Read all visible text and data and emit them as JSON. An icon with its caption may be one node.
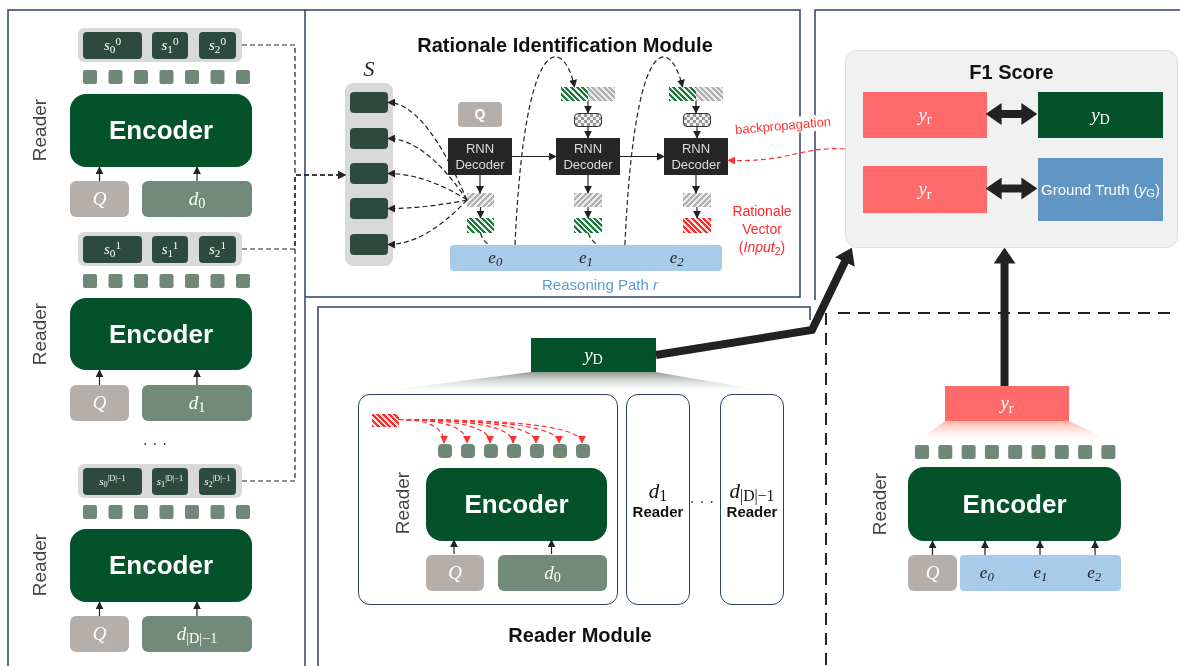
{
  "diagram": {
    "nodes": [
      {
        "text": [],
        "shape": "box"
      },
      {
        "text": [
          "*s*$_{0}$$^{0}$"
        ],
        "in": 0
      },
      {
        "text": [
          "*s*$_{1}$$^{0}$"
        ],
        "in": 0
      },
      {
        "text": [
          "*s*$_{2}$$^{0}$"
        ],
        "in": 0
      },
      {
        "text": [
          "Encoder"
        ],
        "beside": [
          "Reader"
        ]
      },
      {
        "text": [
          "Q"
        ]
      },
      {
        "text": [
          "*d*$_{0}$"
        ]
      },
      {
        "text": [],
        "shape": "box"
      },
      {
        "text": [
          "*s*$_{0}$$^{1}$"
        ],
        "in": 7
      },
      {
        "text": [
          "*s*$_{1}$$^{1}$"
        ],
        "in": 7
      },
      {
        "text": [
          "*s*$_{2}$$^{1}$"
        ],
        "in": 7
      },
      {
        "text": [
          "Encoder"
        ],
        "beside": [
          "Reader"
        ]
      },
      {
        "text": [
          "Q"
        ]
      },
      {
        "text": [
          "*d*$_{1}$"
        ]
      },
      {
        "text": [],
        "shape": "box"
      },
      {
        "text": [
          "*s*$_{0}$$^{|D|−1}$"
        ],
        "in": 14
      },
      {
        "text": [
          "*s*$_{1}$$^{|D|−1}$"
        ],
        "in": 14
      },
      {
        "text": [
          "*s*$_{2}$$^{|D|−1}$"
        ],
        "in": 14
      },
      {
        "text": [
          "Encoder"
        ],
        "beside": [
          "Reader"
        ]
      },
      {
        "text": [
          "Q"
        ]
      },
      {
        "text": [
          "*d*$_{|D|−1}$"
        ]
      },
      {
        "text": [
          "S"
        ]
      },
      {
        "text": [],
        "shape": "box",
        "in": 21
      },
      {
        "text": [],
        "shape": "box",
        "in": 21
      },
      {
        "text": [],
        "shape": "box",
        "in": 21
      },
      {
        "text": [],
        "shape": "box",
        "in": 21
      },
      {
        "text": [],
        "shape": "box",
        "in": 21
      },
      {
        "text": [
          "Q"
        ]
      },
      {
        "text": [
          "RNN Decoder"
        ]
      },
      {
        "text": [
          "RNN Decoder"
        ]
      },
      {
        "text": [
          "RNN Decoder"
        ]
      },
      {
        "text": [],
        "shape": "box"
      },
      {
        "text": [],
        "shape": "box"
      },
      {
        "text": [],
        "shape": "box"
      },
      {
        "text": [],
        "shape": "box"
      },
      {
        "text": [],
        "shape": "box"
      },
      {
        "text": [],
        "shape": "box"
      },
      {
        "text": [],
        "shape": "box"
      },
      {
        "text": [],
        "shape": "box"
      },
      {
        "text": [],
        "shape": "box"
      },
      {
        "text": [],
        "shape": "box"
      },
      {
        "text": [
          "*e*$_{0}$",
          "*e*$_{1}$",
          "*e*$_{2}$"
        ],
        "beside": [
          "Reasoning Path *r*"
        ]
      },
      {
        "text": [
          "F1 Score"
        ]
      },
      {
        "text": [
          "*y*$_{r}$"
        ],
        "in": 42
      },
      {
        "text": [
          "*y*$_{D}$"
        ],
        "in": 42
      },
      {
        "text": [
          "*y*$_{r}$"
        ],
        "in": 42
      },
      {
        "text": [
          "Ground Truth (*y*$_{G}$)"
        ],
        "in": 42
      },
      {
        "text": [
          "*y*$_{D}$"
        ]
      },
      {
        "text": [],
        "shape": "box"
      },
      {
        "text": [],
        "shape": "box",
        "in": 48
      },
      {
        "text": [],
        "shape": "box",
        "in": 48
      },
      {
        "text": [],
        "shape": "box",
        "in": 48
      },
      {
        "text": [],
        "shape": "box",
        "in": 48
      },
      {
        "text": [],
        "shape": "box",
        "in": 48
      },
      {
        "text": [],
        "shape": "box",
        "in": 48
      },
      {
        "text": [],
        "shape": "box",
        "in": 48
      },
      {
        "text": [],
        "shape": "box",
        "in": 48
      },
      {
        "text": [
          "Encoder"
        ],
        "in": 48,
        "beside": [
          "Reader"
        ]
      },
      {
        "text": [
          "Q"
        ],
        "in": 48
      },
      {
        "text": [
          "*d*$_{0}$"
        ],
        "in": 48
      },
      {
        "text": [
          "*d*$_{1}$",
          "Reader"
        ]
      },
      {
        "text": [
          "*d*$_{|D|−1}$",
          "Reader"
        ]
      },
      {
        "text": [
          "*y*$_{r}$"
        ]
      },
      {
        "text": [
          "Encoder"
        ],
        "beside": [
          "Reader"
        ]
      },
      {
        "text": [
          "Q"
        ]
      },
      {
        "text": [
          "*e*$_{0}$",
          "*e*$_{1}$",
          "*e*$_{2}$"
        ]
      },
      {
        "text": [],
        "shape": "trapezoid"
      },
      {
        "text": [],
        "shape": "trapezoid"
      }
    ],
    "edges": [
      {
        "from": 5,
        "to": 4,
        "arrow": "to"
      },
      {
        "from": 6,
        "to": 4,
        "arrow": "to"
      },
      {
        "from": 12,
        "to": 11,
        "arrow": "to"
      },
      {
        "from": 13,
        "to": 11,
        "arrow": "to"
      },
      {
        "from": 19,
        "to": 18,
        "arrow": "to"
      },
      {
        "from": 20,
        "to": 18,
        "arrow": "to"
      },
      {
        "from": 0,
        "to": 21,
        "arrow": "to",
        "style": "dashed"
      },
      {
        "from": 7,
        "to": 21,
        "arrow": "to",
        "style": "dashed"
      },
      {
        "from": 14,
        "to": 21,
        "arrow": "to",
        "style": "dashed"
      },
      {
        "from": 31,
        "to": 22,
        "arrow": "to",
        "style": "dashed"
      },
      {
        "from": 31,
        "to": 23,
        "arrow": "to",
        "style": "dashed"
      },
      {
        "from": 31,
        "to": 24,
        "arrow": "to",
        "style": "dashed"
      },
      {
        "from": 31,
        "to": 25,
        "arrow": "to",
        "style": "dashed"
      },
      {
        "from": 31,
        "to": 26,
        "arrow": "to",
        "style": "dashed"
      },
      {
        "from": 28,
        "to": 29,
        "arrow": "to"
      },
      {
        "from": 29,
        "to": 30,
        "arrow": "to"
      },
      {
        "from": 28,
        "to": 31,
        "arrow": "to"
      },
      {
        "from": 31,
        "to": 32,
        "arrow": "to"
      },
      {
        "from": 33,
        "to": 34,
        "arrow": "to"
      },
      {
        "from": 34,
        "to": 29,
        "arrow": "to"
      },
      {
        "from": 29,
        "to": 35,
        "arrow": "to"
      },
      {
        "from": 35,
        "to": 36,
        "arrow": "to"
      },
      {
        "from": 37,
        "to": 38,
        "arrow": "to"
      },
      {
        "from": 38,
        "to": 30,
        "arrow": "to"
      },
      {
        "from": 30,
        "to": 39,
        "arrow": "to"
      },
      {
        "from": 39,
        "to": 40,
        "arrow": "to"
      },
      {
        "from": 32,
        "to": 41,
        "arrow": "none",
        "style": "dashed"
      },
      {
        "from": 41,
        "to": 33,
        "arrow": "to",
        "style": "dashed"
      },
      {
        "from": 36,
        "to": 41,
        "arrow": "none",
        "style": "dashed"
      },
      {
        "from": 41,
        "to": 37,
        "arrow": "to",
        "style": "dashed"
      },
      {
        "from": 42,
        "to": 30,
        "arrow": "to",
        "style": "dashed",
        "color": "#ff3030",
        "label": "backpropagation"
      },
      {
        "from": 43,
        "to": 44,
        "arrow": "both",
        "style": "thick"
      },
      {
        "from": 45,
        "to": 46,
        "arrow": "both",
        "style": "thick"
      },
      {
        "from": 47,
        "to": 42,
        "arrow": "to",
        "style": "thick"
      },
      {
        "from": 62,
        "to": 42,
        "arrow": "to",
        "style": "thick"
      },
      {
        "from": 58,
        "to": 57,
        "arrow": "to"
      },
      {
        "from": 59,
        "to": 57,
        "arrow": "to"
      },
      {
        "from": 49,
        "to": 50,
        "arrow": "to",
        "style": "dashed",
        "color": "#ff3030"
      },
      {
        "from": 49,
        "to": 51,
        "arrow": "to",
        "style": "dashed",
        "color": "#ff3030"
      },
      {
        "from": 49,
        "to": 52,
        "arrow": "to",
        "style": "dashed",
        "color": "#ff3030"
      },
      {
        "from": 49,
        "to": 53,
        "arrow": "to",
        "style": "dashed",
        "color": "#ff3030"
      },
      {
        "from": 49,
        "to": 54,
        "arrow": "to",
        "style": "dashed",
        "color": "#ff3030"
      },
      {
        "from": 49,
        "to": 55,
        "arrow": "to",
        "style": "dashed",
        "color": "#ff3030"
      },
      {
        "from": 49,
        "to": 56,
        "arrow": "to",
        "style": "dashed",
        "color": "#ff3030"
      },
      {
        "from": 64,
        "to": 63,
        "arrow": "to"
      },
      {
        "from": 65,
        "to": 63,
        "arrow": "to"
      },
      {
        "from": 65,
        "to": 63,
        "arrow": "to"
      },
      {
        "from": 65,
        "to": 63,
        "arrow": "to"
      }
    ],
    "labels": [
      "Rationale Identification Module",
      "Rationale Vector (*Input*$_{2}$)",
      "· · ·",
      "· · ·",
      "Reader Module"
    ]
  }
}
